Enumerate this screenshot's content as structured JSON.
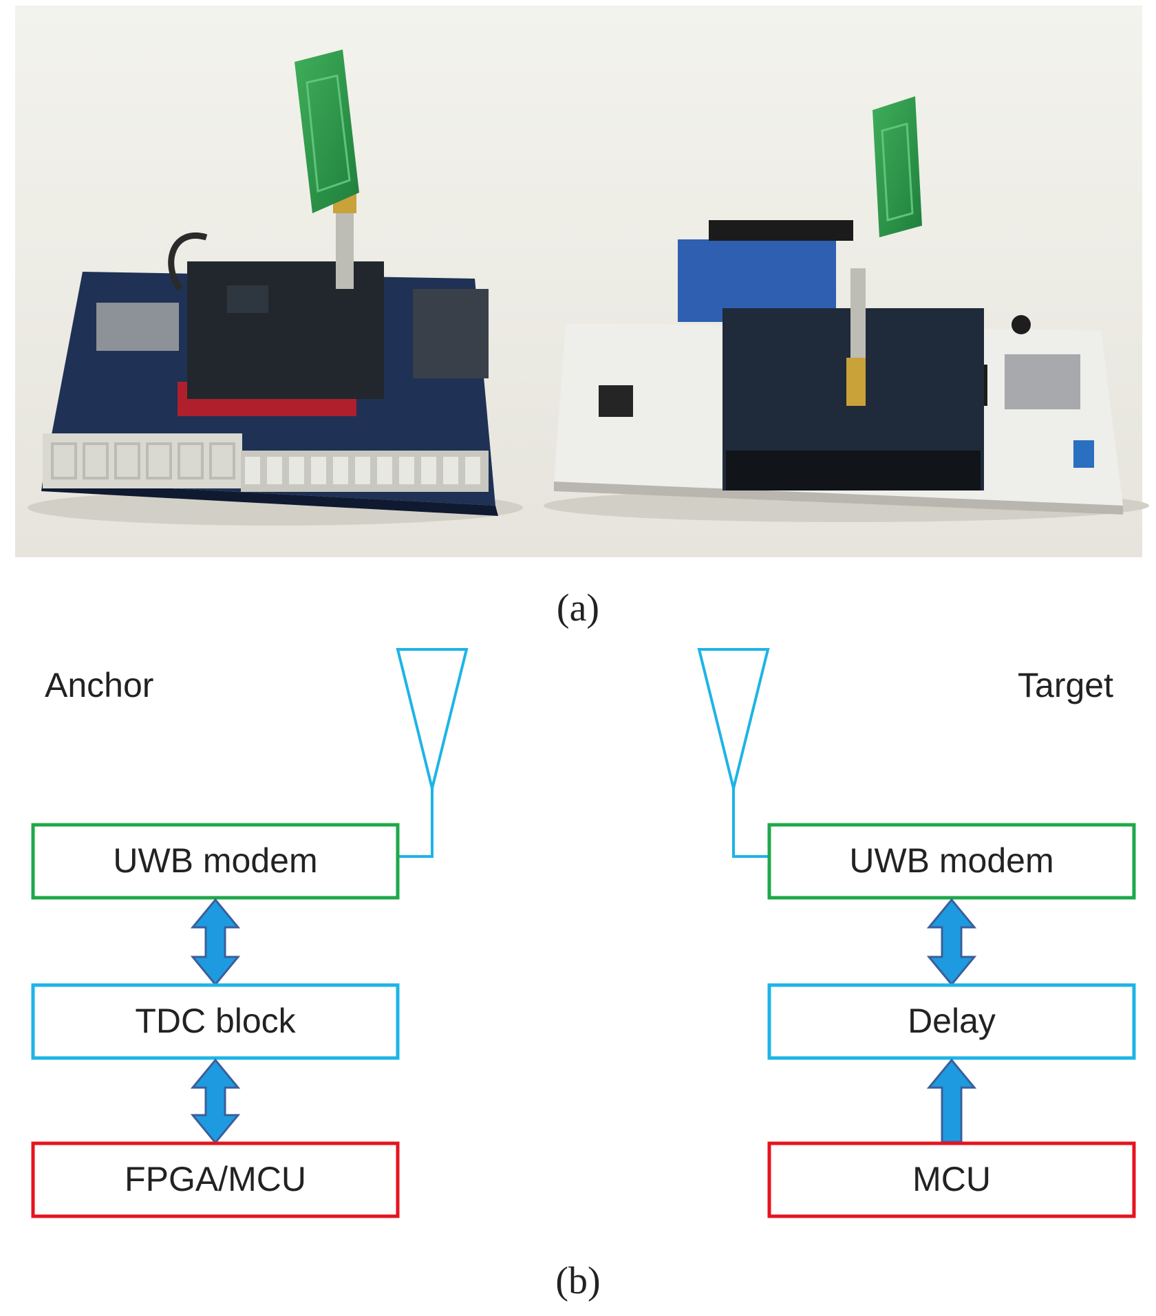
{
  "panel_a": {
    "caption": "(a)"
  },
  "panel_b": {
    "caption": "(b)",
    "anchor": {
      "title": "Anchor",
      "blocks": [
        "UWB modem",
        "TDC block",
        "FPGA/MCU"
      ]
    },
    "target": {
      "title": "Target",
      "blocks": [
        "UWB modem",
        "Delay",
        "MCU"
      ]
    }
  },
  "colors": {
    "modem_border": "#1ea84a",
    "mid_border": "#1eb4e6",
    "mcu_border": "#e6141e",
    "antenna": "#1eb4e6",
    "arrow_fill": "#1e9be0",
    "arrow_stroke": "#3a5f9a",
    "text": "#222222"
  }
}
